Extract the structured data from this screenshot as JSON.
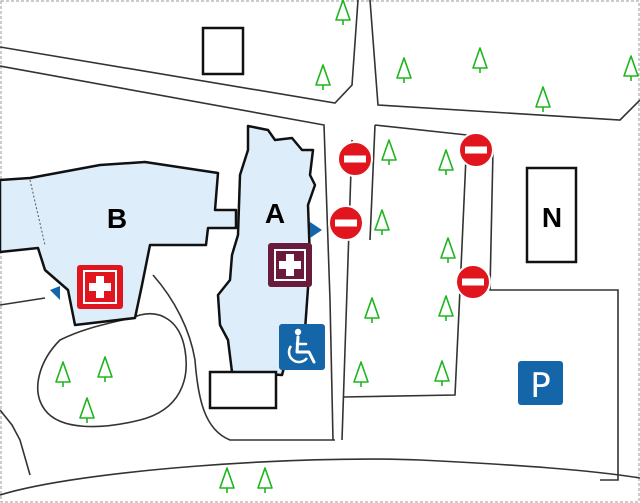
{
  "map": {
    "buildings": [
      {
        "id": "A",
        "label": "A"
      },
      {
        "id": "B",
        "label": "B"
      },
      {
        "id": "N",
        "label": "N"
      }
    ],
    "parking_label": "P",
    "icons": {
      "first_aid_red": "first-aid-cross-red",
      "first_aid_maroon": "first-aid-cross-maroon",
      "wheelchair": "wheelchair-accessible",
      "no_entry": "no-entry-sign",
      "tree": "tree",
      "entrance": "entrance-arrow"
    },
    "colors": {
      "building_fill": "#ddeefa",
      "outline": "#000000",
      "road": "#333333",
      "tree": "#1db51d",
      "no_entry": "#e0151d",
      "first_aid_red": "#e0151d",
      "first_aid_maroon": "#6a1a3b",
      "parking_blue": "#1466a8",
      "entrance_blue": "#1466a8"
    }
  }
}
